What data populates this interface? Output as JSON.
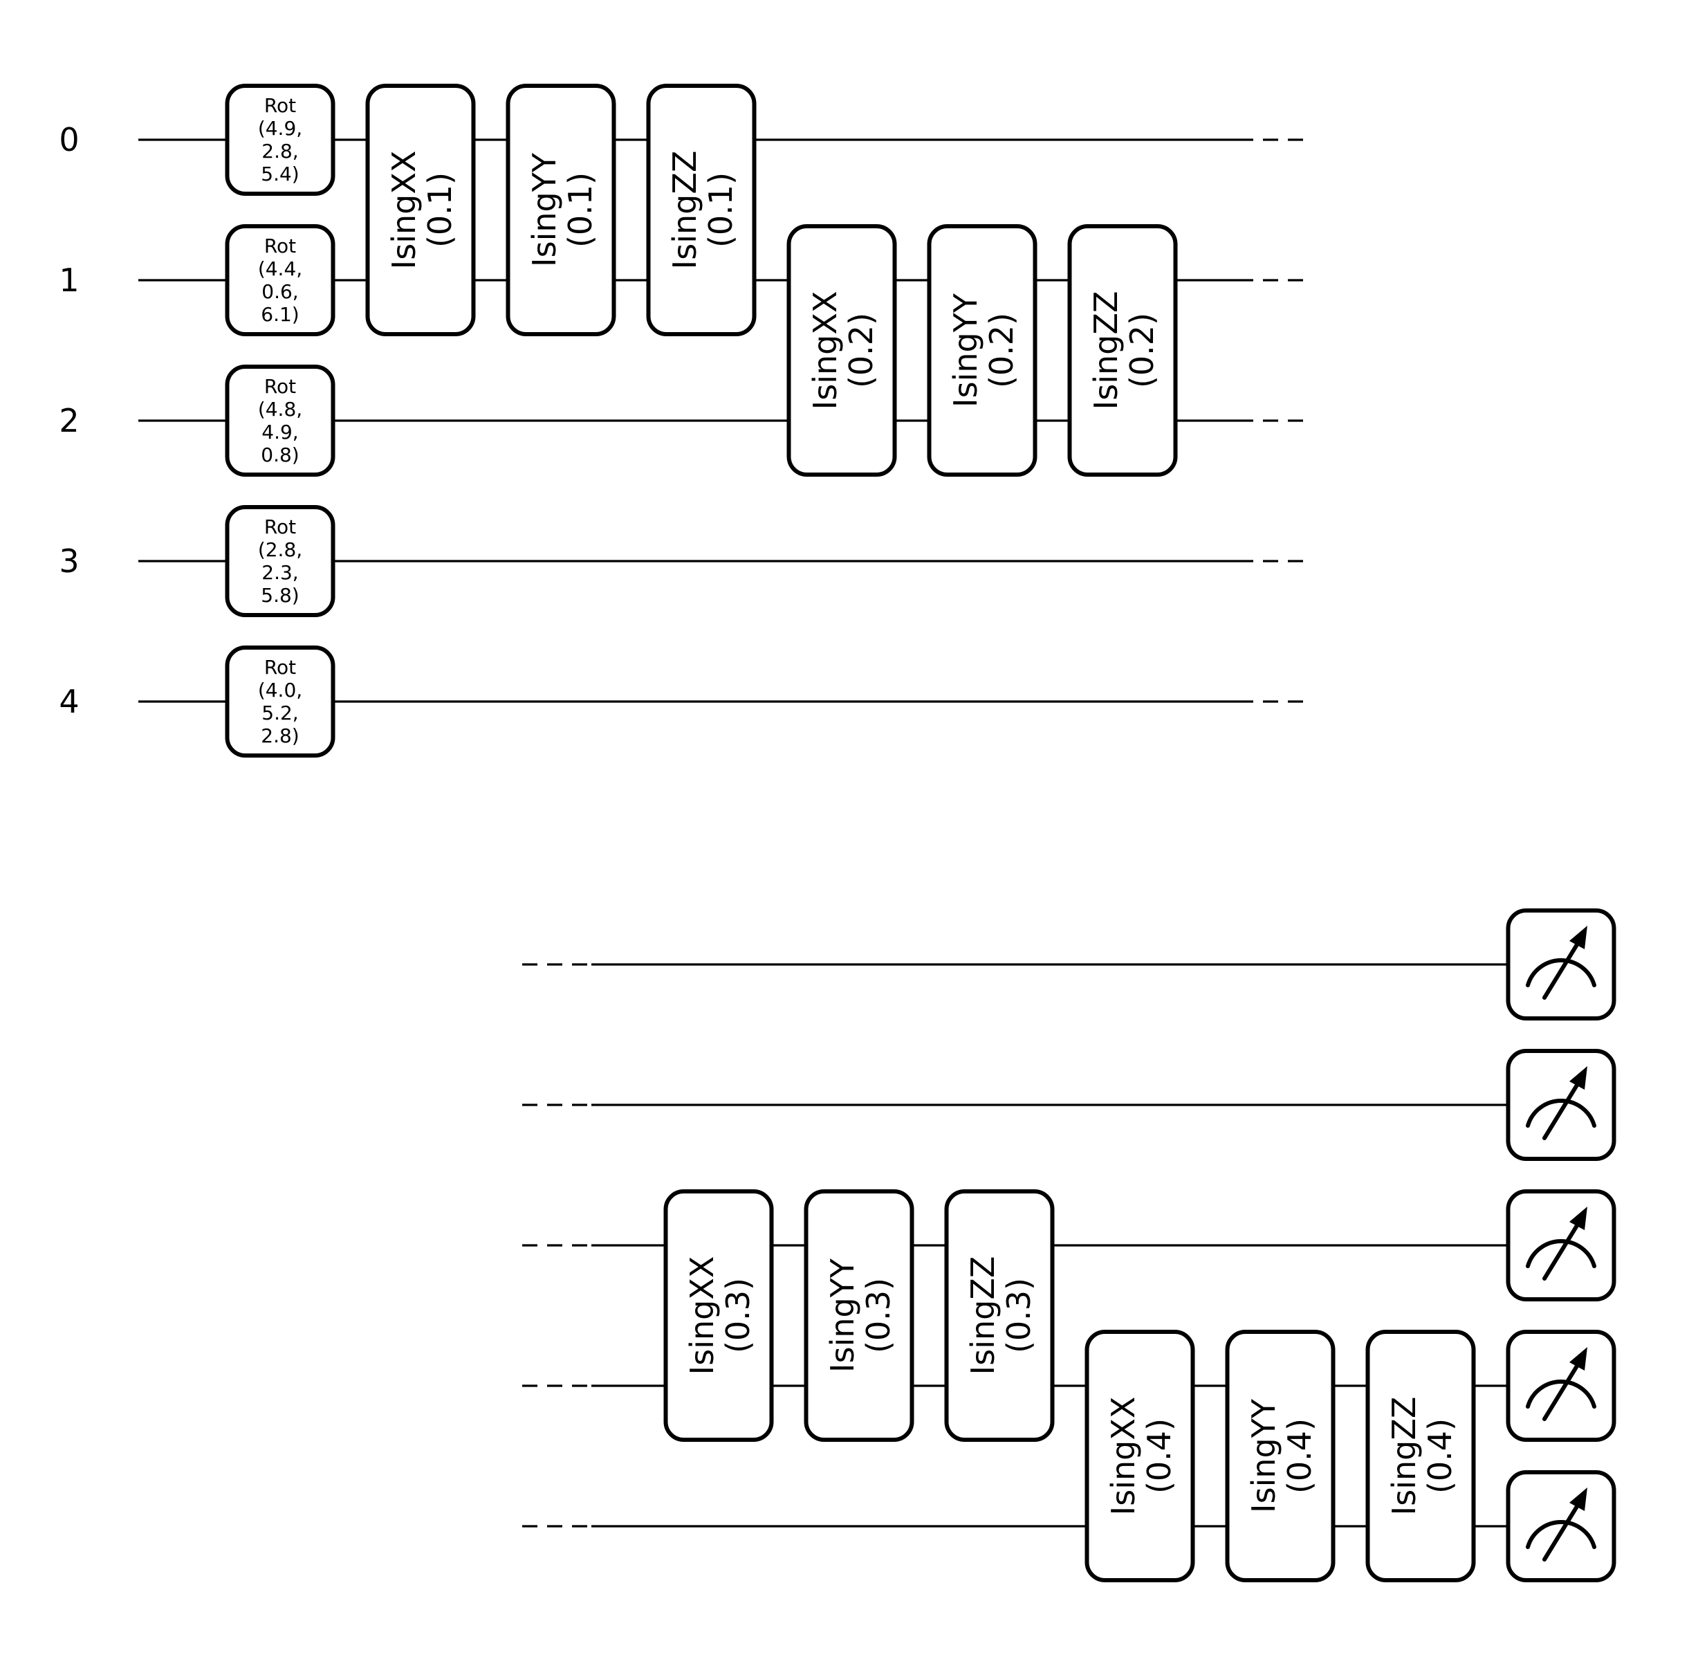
{
  "wire_labels": [
    "0",
    "1",
    "2",
    "3",
    "4"
  ],
  "segments": [
    {
      "ops": [
        {
          "gate": "Rot",
          "params": [
            "(4.9,",
            "2.8,",
            "5.4)"
          ],
          "wires": [
            0
          ],
          "layer": 0
        },
        {
          "gate": "Rot",
          "params": [
            "(4.4,",
            "0.6,",
            "6.1)"
          ],
          "wires": [
            1
          ],
          "layer": 0
        },
        {
          "gate": "Rot",
          "params": [
            "(4.8,",
            "4.9,",
            "0.8)"
          ],
          "wires": [
            2
          ],
          "layer": 0
        },
        {
          "gate": "Rot",
          "params": [
            "(2.8,",
            "2.3,",
            "5.8)"
          ],
          "wires": [
            3
          ],
          "layer": 0
        },
        {
          "gate": "Rot",
          "params": [
            "(4.0,",
            "5.2,",
            "2.8)"
          ],
          "wires": [
            4
          ],
          "layer": 0
        },
        {
          "gate": "IsingXX",
          "params": [
            "(0.1)"
          ],
          "wires": [
            0,
            1
          ],
          "layer": 1
        },
        {
          "gate": "IsingYY",
          "params": [
            "(0.1)"
          ],
          "wires": [
            0,
            1
          ],
          "layer": 2
        },
        {
          "gate": "IsingZZ",
          "params": [
            "(0.1)"
          ],
          "wires": [
            0,
            1
          ],
          "layer": 3
        },
        {
          "gate": "IsingXX",
          "params": [
            "(0.2)"
          ],
          "wires": [
            1,
            2
          ],
          "layer": 4
        },
        {
          "gate": "IsingYY",
          "params": [
            "(0.2)"
          ],
          "wires": [
            1,
            2
          ],
          "layer": 5
        },
        {
          "gate": "IsingZZ",
          "params": [
            "(0.2)"
          ],
          "wires": [
            1,
            2
          ],
          "layer": 6
        }
      ]
    },
    {
      "ops": [
        {
          "gate": "IsingXX",
          "params": [
            "(0.3)"
          ],
          "wires": [
            2,
            3
          ],
          "layer": 0
        },
        {
          "gate": "IsingYY",
          "params": [
            "(0.3)"
          ],
          "wires": [
            2,
            3
          ],
          "layer": 1
        },
        {
          "gate": "IsingZZ",
          "params": [
            "(0.3)"
          ],
          "wires": [
            2,
            3
          ],
          "layer": 2
        },
        {
          "gate": "IsingXX",
          "params": [
            "(0.4)"
          ],
          "wires": [
            3,
            4
          ],
          "layer": 3
        },
        {
          "gate": "IsingYY",
          "params": [
            "(0.4)"
          ],
          "wires": [
            3,
            4
          ],
          "layer": 4
        },
        {
          "gate": "IsingZZ",
          "params": [
            "(0.4)"
          ],
          "wires": [
            3,
            4
          ],
          "layer": 5
        },
        {
          "gate": "measure",
          "params": [],
          "wires": [
            0
          ],
          "layer": 6
        },
        {
          "gate": "measure",
          "params": [],
          "wires": [
            1
          ],
          "layer": 6
        },
        {
          "gate": "measure",
          "params": [],
          "wires": [
            2
          ],
          "layer": 6
        },
        {
          "gate": "measure",
          "params": [],
          "wires": [
            3
          ],
          "layer": 6
        },
        {
          "gate": "measure",
          "params": [],
          "wires": [
            4
          ],
          "layer": 6
        }
      ]
    }
  ]
}
